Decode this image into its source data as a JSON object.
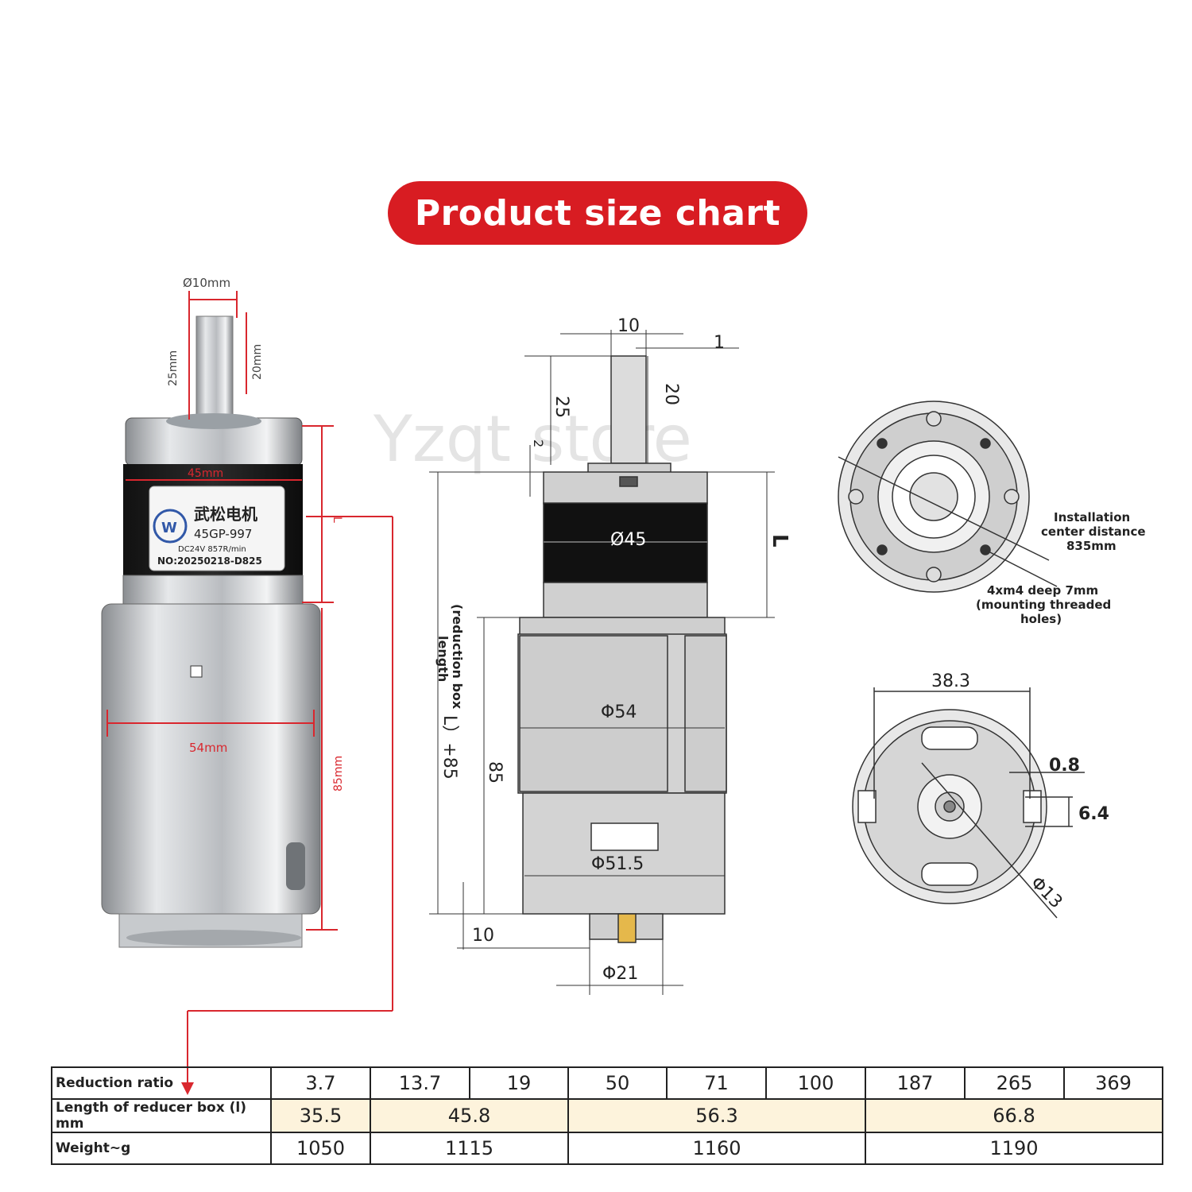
{
  "title": "Product size chart",
  "watermark": "Yzqt store",
  "photo": {
    "dim_shaft_dia": "Ø10mm",
    "dim_shaft_25": "25mm",
    "dim_shaft_20": "20mm",
    "dim_gearbox_dia": "45mm",
    "dim_L": "L",
    "dim_motor_dia": "54mm",
    "dim_motor_len": "85mm",
    "label_brand": "武松电机",
    "label_model": "45GP-997",
    "label_spec": "DC24V 857R/min",
    "label_serial": "NO:20250218-D825"
  },
  "side_drawing": {
    "d_10_top": "10",
    "d_1": "1",
    "d_25": "25",
    "d_20": "20",
    "d_2": "2",
    "d_gear_dia": "Ø45",
    "d_L": "L",
    "d_total_a": "(reduction box",
    "d_total_b": "length",
    "d_total_c": "L）+85",
    "d_85": "85",
    "d_motor_dia": "Φ54",
    "d_motor_dia2": "Φ51.5",
    "d_10_bottom": "10",
    "d_boss": "Φ21"
  },
  "front_view": {
    "note_center_a": "Installation",
    "note_center_b": "center distance",
    "note_center_c": "835mm",
    "note_holes_a": "4xm4 deep 7mm",
    "note_holes_b": "(mounting threaded",
    "note_holes_c": "holes)"
  },
  "rear_view": {
    "d_383": "38.3",
    "d_08": "0.8",
    "d_64": "6.4",
    "d_13": "Φ13"
  },
  "table": {
    "row_ratio_label": "Reduction ratio",
    "ratios": [
      "3.7",
      "13.7",
      "19",
      "50",
      "71",
      "100",
      "187",
      "265",
      "369"
    ],
    "row_length_label": "Length of reducer box (l) mm",
    "lengths": [
      "35.5",
      "45.8",
      "56.3",
      "66.8"
    ],
    "row_weight_label": "Weight~g",
    "weights": [
      "1050",
      "1115",
      "1160",
      "1190"
    ]
  }
}
